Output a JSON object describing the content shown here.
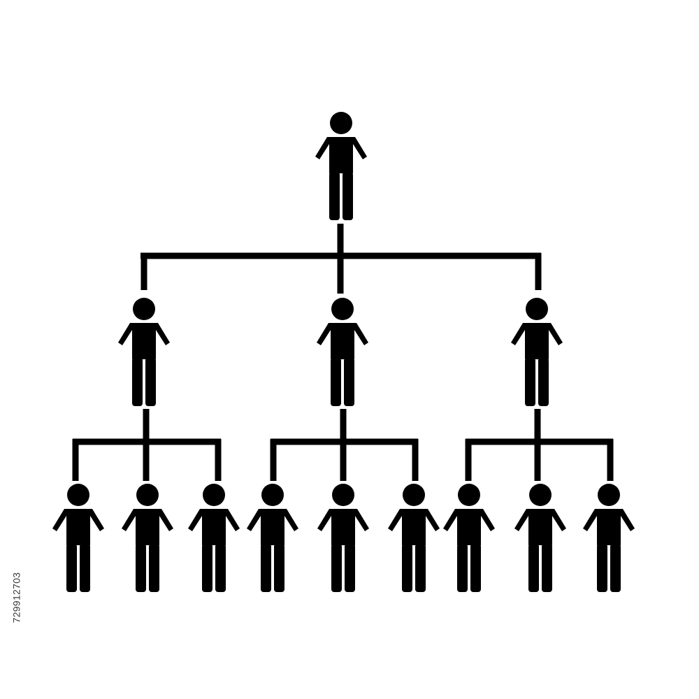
{
  "diagram": {
    "type": "org-chart-hierarchy",
    "levels": 3,
    "nodes": [
      {
        "id": "root",
        "level": 0,
        "icon": "person-icon",
        "parent": null
      },
      {
        "id": "m1",
        "level": 1,
        "icon": "person-icon",
        "parent": "root"
      },
      {
        "id": "m2",
        "level": 1,
        "icon": "person-icon",
        "parent": "root"
      },
      {
        "id": "m3",
        "level": 1,
        "icon": "person-icon",
        "parent": "root"
      },
      {
        "id": "e1",
        "level": 2,
        "icon": "person-icon",
        "parent": "m1"
      },
      {
        "id": "e2",
        "level": 2,
        "icon": "person-icon",
        "parent": "m1"
      },
      {
        "id": "e3",
        "level": 2,
        "icon": "person-icon",
        "parent": "m1"
      },
      {
        "id": "e4",
        "level": 2,
        "icon": "person-icon",
        "parent": "m2"
      },
      {
        "id": "e5",
        "level": 2,
        "icon": "person-icon",
        "parent": "m2"
      },
      {
        "id": "e6",
        "level": 2,
        "icon": "person-icon",
        "parent": "m2"
      },
      {
        "id": "e7",
        "level": 2,
        "icon": "person-icon",
        "parent": "m3"
      },
      {
        "id": "e8",
        "level": 2,
        "icon": "person-icon",
        "parent": "m3"
      },
      {
        "id": "e9",
        "level": 2,
        "icon": "person-icon",
        "parent": "m3"
      }
    ],
    "colors": {
      "figure": "#000000",
      "connector": "#000000",
      "background": "#ffffff"
    }
  },
  "watermark": {
    "stock_id": "729912703"
  }
}
